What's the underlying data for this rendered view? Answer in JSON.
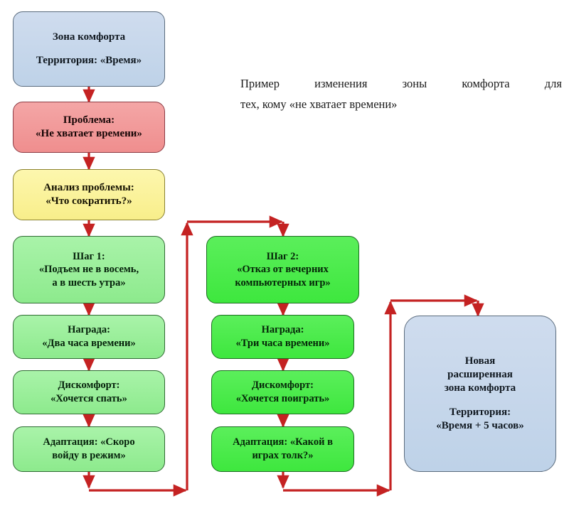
{
  "diagram": {
    "caption": {
      "line1": "Пример изменения зоны комфорта для",
      "line2": "тех, кому «не хватает времени»"
    },
    "colors": {
      "comfort_zone": "#c3d5ea",
      "problem": "#f29a9a",
      "analysis": "#fbf39a",
      "step_column_1": "#9df09d",
      "step_column_2": "#4bec4b",
      "arrow": "#c42222"
    },
    "columns": {
      "column_1": {
        "nodes": [
          {
            "id": "comfort-zone",
            "style": "blue",
            "lines": [
              "Зона комфорта",
              "",
              "Территория: «Время»"
            ]
          },
          {
            "id": "problem",
            "style": "red",
            "lines": [
              "Проблема:",
              "«Не хватает времени»"
            ]
          },
          {
            "id": "analysis",
            "style": "yellow",
            "lines": [
              "Анализ проблемы:",
              "«Что сократить?»"
            ]
          },
          {
            "id": "step-1",
            "style": "green-light",
            "lines": [
              "Шаг 1:",
              "«Подъем не в восемь,",
              "а в шесть утра»"
            ]
          },
          {
            "id": "reward-1",
            "style": "green-light",
            "lines": [
              "Награда:",
              "«Два часа времени»"
            ]
          },
          {
            "id": "discomfort-1",
            "style": "green-light",
            "lines": [
              "Дискомфорт:",
              "«Хочется спать»"
            ]
          },
          {
            "id": "adaptation-1",
            "style": "green-light",
            "lines": [
              "Адаптация: «Скоро",
              "войду в режим»"
            ]
          }
        ]
      },
      "column_2": {
        "nodes": [
          {
            "id": "step-2",
            "style": "green-vivid",
            "lines": [
              "Шаг 2:",
              "«Отказ от вечерних",
              "компьютерных игр»"
            ]
          },
          {
            "id": "reward-2",
            "style": "green-vivid",
            "lines": [
              "Награда:",
              "«Три часа времени»"
            ]
          },
          {
            "id": "discomfort-2",
            "style": "green-vivid",
            "lines": [
              "Дискомфорт:",
              "«Хочется поиграть»"
            ]
          },
          {
            "id": "adaptation-2",
            "style": "green-vivid",
            "lines": [
              "Адаптация: «Какой в",
              "играх толк?»"
            ]
          }
        ]
      },
      "column_3": {
        "nodes": [
          {
            "id": "new-comfort-zone",
            "style": "blue",
            "lines": [
              "Новая",
              "расширенная",
              "зона комфорта",
              "",
              "Территория:",
              "«Время + 5 часов»"
            ]
          }
        ]
      }
    }
  }
}
